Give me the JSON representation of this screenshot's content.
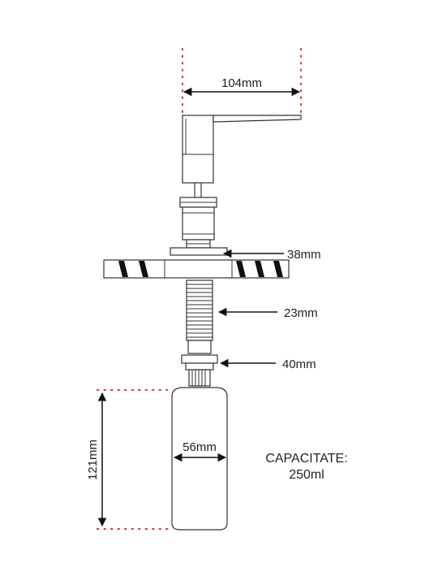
{
  "labels": {
    "width_top": "104mm",
    "flange": "38mm",
    "thread": "23mm",
    "nut": "40mm",
    "bottle_width": "56mm",
    "bottle_height": "121mm",
    "capacity_title": "CAPACITATE:",
    "capacity_value": "250ml"
  },
  "colors": {
    "outline": "#333333",
    "guide_dots": "#d23a3a",
    "text": "#222222"
  }
}
